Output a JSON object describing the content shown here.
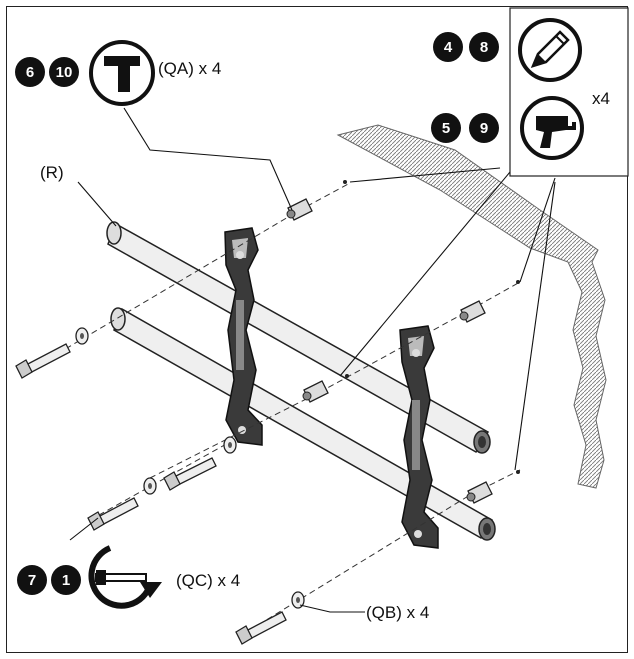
{
  "labels": {
    "qa": "(QA) x 4",
    "qc": "(QC) x 4",
    "qb": "(QB) x 4",
    "r": "(R)",
    "pencil_drill_qty": "x4"
  },
  "steps": {
    "hammer": [
      "6",
      "10"
    ],
    "pencil": [
      "4",
      "8"
    ],
    "drill": [
      "5",
      "9"
    ],
    "wrench": [
      "7",
      "1"
    ]
  },
  "icons": {
    "hammer": "hammer-icon",
    "pencil": "pencil-icon",
    "drill": "drill-icon",
    "wrench": "wrench-turn-icon"
  },
  "colors": {
    "ink": "#111111",
    "step_badge": "#111111",
    "rail": "#e9e9e9",
    "wall_hatch": "#888888"
  }
}
